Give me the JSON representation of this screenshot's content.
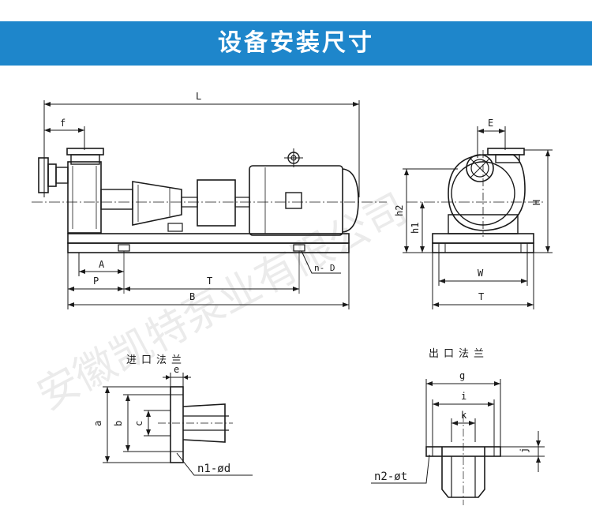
{
  "header": {
    "title": "设备安装尺寸",
    "banner_color": "#1e86cb"
  },
  "watermark": {
    "text": "安徽凯特泵业有限公司"
  },
  "side_view": {
    "labels": {
      "L": "L",
      "f": "f",
      "A": "A",
      "P": "P",
      "T": "T",
      "B": "B",
      "nD": "n- D"
    }
  },
  "end_view": {
    "labels": {
      "E": "E",
      "h2": "h2",
      "h1": "h1",
      "H": "H",
      "W": "W",
      "T": "T"
    }
  },
  "inlet_flange": {
    "title": "进口法兰",
    "labels": {
      "e": "e",
      "a": "a",
      "b": "b",
      "c": "c",
      "spec": "n1-ød"
    }
  },
  "outlet_flange": {
    "title": "出口法兰",
    "labels": {
      "g": "g",
      "i": "i",
      "k": "k",
      "j": "j",
      "spec": "n2-øt"
    }
  },
  "icons": [
    "motor-lifting-eye-icon"
  ]
}
